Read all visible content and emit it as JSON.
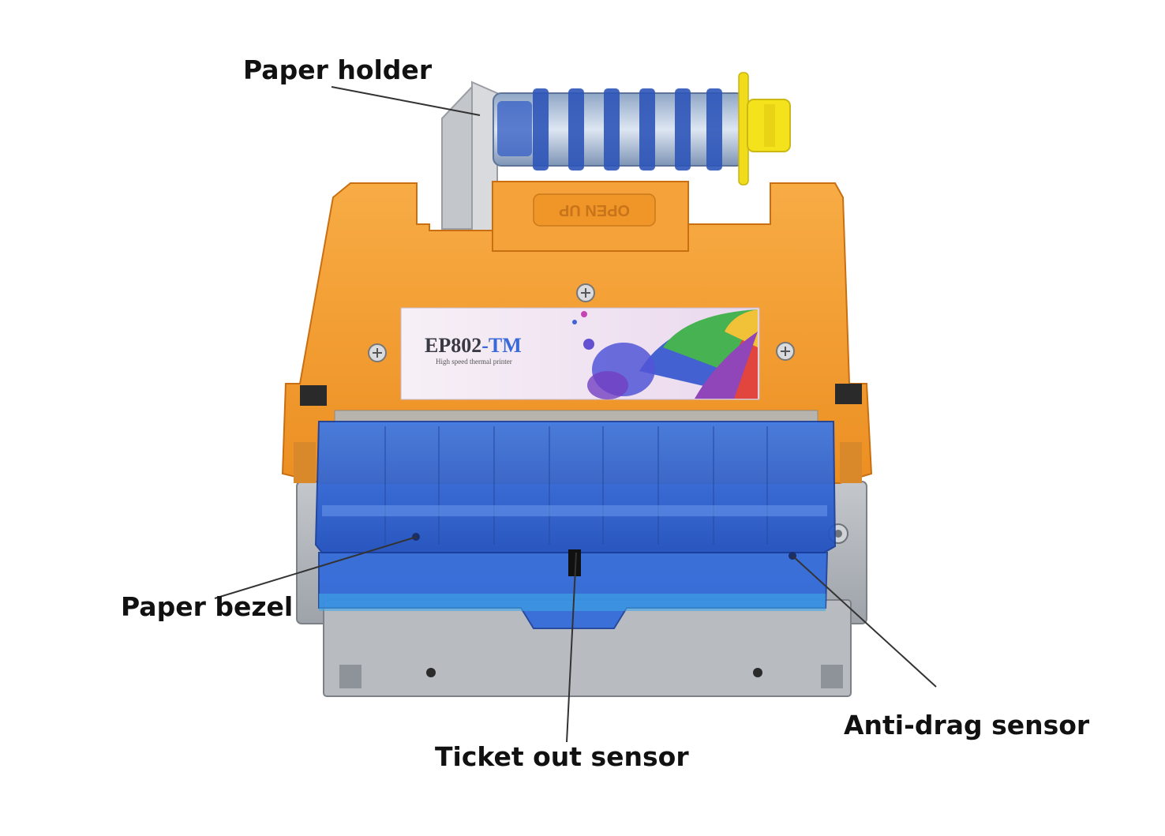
{
  "labels": {
    "paper_holder": "Paper holder",
    "paper_bezel": "Paper bezel",
    "ticket_out_sensor": "Ticket out sensor",
    "anti_drag_sensor": "Anti-drag sensor"
  },
  "device": {
    "model": "EP802",
    "model_suffix": "-TM",
    "subtitle": "High speed thermal printer",
    "lid_embossing": "OPEN UP"
  },
  "colors": {
    "housing": "#f39a2e",
    "bezel": "#2f63d6",
    "metal_frame": "#a9adb3",
    "spindle_knob": "#f4e21c",
    "callout_line": "#333333"
  }
}
